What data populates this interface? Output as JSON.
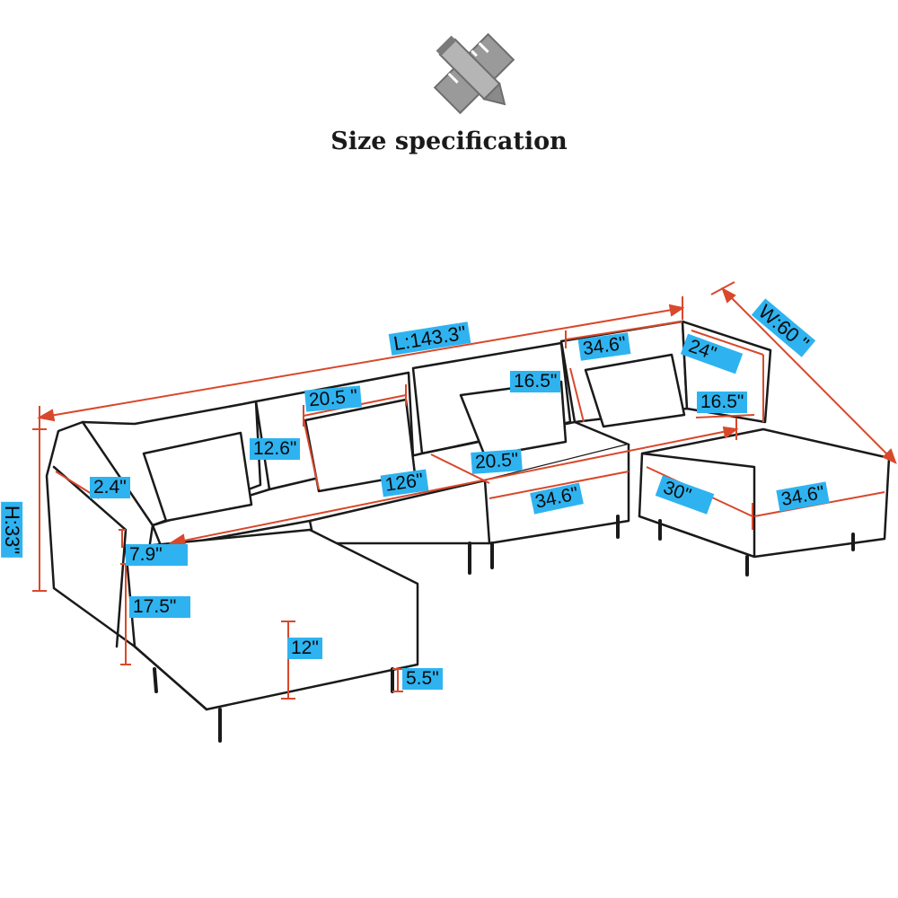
{
  "header": {
    "title": "Size specification",
    "icon": "ruler-pencil-icon"
  },
  "colors": {
    "dimension_line": "#d9482b",
    "label_bg": "#2eb3f0",
    "outline": "#1a1a1a"
  },
  "dimensions": {
    "length": "L:143.3\"",
    "width": "W:60 \"",
    "height": "H:33\"",
    "right_back_width": "34.6\"",
    "right_arm_depth": "24\"",
    "right_pillow_height": "16.5\"",
    "right_pillow_width": "16.5\"",
    "pillow_width": "20.5 \"",
    "pillow_height": "12.6\"",
    "arm_width": "2.4\"",
    "seat_length": "126\"",
    "seat_width": "20.5\"",
    "middle_seat_width": "34.6\"",
    "ottoman_depth": "30\"",
    "ottoman_width": "34.6\"",
    "seat_back_offset": "7.9\"",
    "seat_height": "17.5\"",
    "cushion_height": "12\"",
    "leg_height": "5.5\""
  }
}
